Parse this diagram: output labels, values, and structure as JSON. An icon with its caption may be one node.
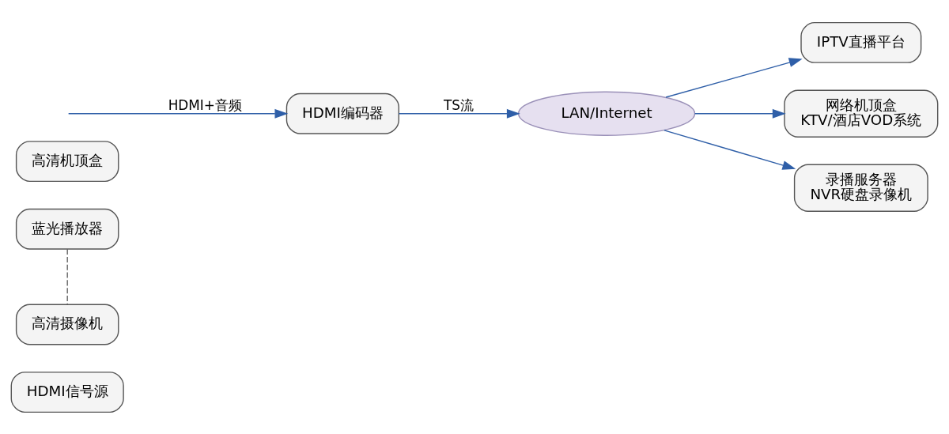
{
  "diagram": {
    "nodes": [
      {
        "text": [
          "HDMI信号源"
        ]
      },
      {
        "text": [
          "蓝光播放器"
        ]
      },
      {
        "text": [
          "高清摄像机"
        ]
      },
      {
        "text": [
          "高清机顶盒"
        ]
      },
      {
        "text": [
          "HDMI编码器"
        ]
      },
      {
        "text": [
          "LAN/Internet"
        ]
      },
      {
        "text": [
          "IPTV直播平台"
        ]
      },
      {
        "text": [
          "网络机顶盒",
          "KTV/酒店VOD系统"
        ]
      },
      {
        "text": [
          "录播服务器",
          "NVR硬盘录像机"
        ]
      }
    ],
    "edges": [
      {
        "from": null,
        "to": 4,
        "arrow": "to",
        "label": "HDMI+音频"
      },
      {
        "from": 4,
        "to": 5,
        "arrow": "to",
        "label": "TS流"
      },
      {
        "from": 5,
        "to": 6,
        "arrow": "to"
      },
      {
        "from": 5,
        "to": 7,
        "arrow": "to"
      },
      {
        "from": 5,
        "to": 8,
        "arrow": "to"
      },
      {
        "from": 1,
        "to": 2,
        "arrow": "none",
        "style": "dashed",
        "color": "#666666"
      }
    ]
  }
}
